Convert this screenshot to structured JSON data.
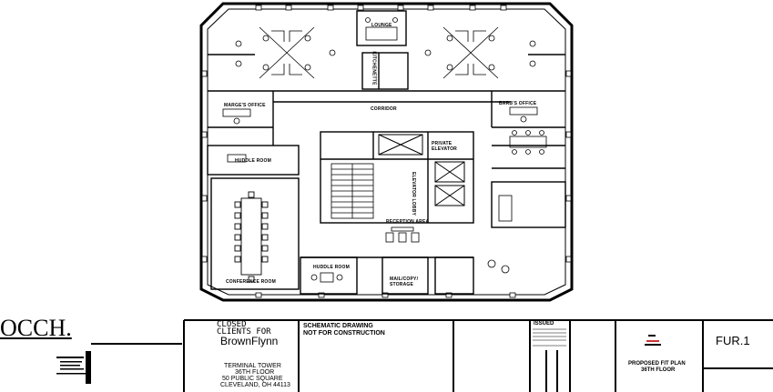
{
  "rooms": {
    "lounge": "LOUNGE",
    "kitchenette": "KITCHENETTE",
    "corridor": "CORRIDOR",
    "marges_office": "MARGE'S OFFICE",
    "barbs_office": "BARB'S OFFICE",
    "huddle_room_1": "HUDDLE ROOM",
    "private_elevator": "PRIVATE ELEVATOR",
    "elevator_lobby": "ELEVATOR LOBBY",
    "conference_room": "CONFERENCE ROOM",
    "reception_area": "RECEPTION AREA",
    "huddle_room_2": "HUDDLE ROOM",
    "mail_copy_storage": "MAIL/COPY/ STORAGE"
  },
  "title_block": {
    "architect_logo": "OCCH.",
    "client_label": "CLOSED",
    "client_label2": "CLIENTS FOR",
    "client_name": "BrownFlynn",
    "building": "TERMINAL TOWER",
    "floor": "36TH FLOOR",
    "address1": "50 PUBLIC SQUARE",
    "address2": "CLEVELAND, OH 44113",
    "schematic_line1": "SCHEMATIC DRAWING",
    "schematic_line2": "NOT FOR CONSTRUCTION",
    "issued_label": "ISSUED",
    "sheet_title1": "PROPOSED FIT PLAN",
    "sheet_title2": "36TH FLOOR",
    "sheet_number": "FUR.1"
  }
}
